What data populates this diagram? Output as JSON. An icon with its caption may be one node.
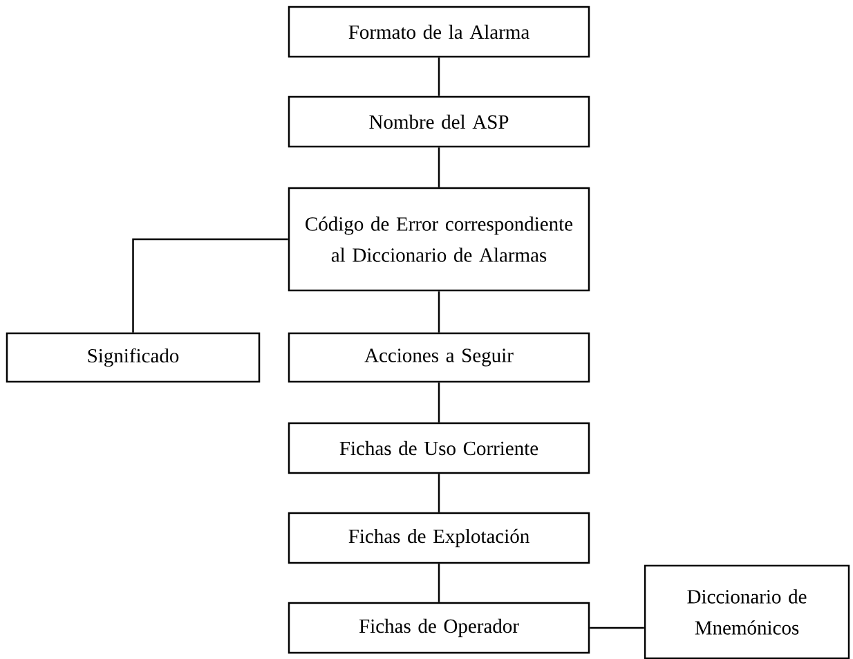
{
  "diagram": {
    "nodes": [
      {
        "text": [
          "Formato de la Alarma"
        ]
      },
      {
        "text": [
          "Nombre del ASP"
        ]
      },
      {
        "text": [
          "Código de Error correspondiente al Diccionario de Alarmas"
        ]
      },
      {
        "text": [
          "Significado"
        ]
      },
      {
        "text": [
          "Acciones a Seguir"
        ]
      },
      {
        "text": [
          "Fichas de Uso Corriente"
        ]
      },
      {
        "text": [
          "Fichas de Explotación"
        ]
      },
      {
        "text": [
          "Fichas de Operador"
        ]
      },
      {
        "text": [
          "Diccionario de Mnemónicos"
        ]
      }
    ],
    "edges": [
      {
        "from": 0,
        "to": 1,
        "arrow": "none"
      },
      {
        "from": 1,
        "to": 2,
        "arrow": "none"
      },
      {
        "from": 2,
        "to": 3,
        "arrow": "none"
      },
      {
        "from": 2,
        "to": 4,
        "arrow": "none"
      },
      {
        "from": 4,
        "to": 5,
        "arrow": "none"
      },
      {
        "from": 5,
        "to": 6,
        "arrow": "none"
      },
      {
        "from": 6,
        "to": 7,
        "arrow": "none"
      },
      {
        "from": 7,
        "to": 8,
        "arrow": "none"
      }
    ]
  }
}
